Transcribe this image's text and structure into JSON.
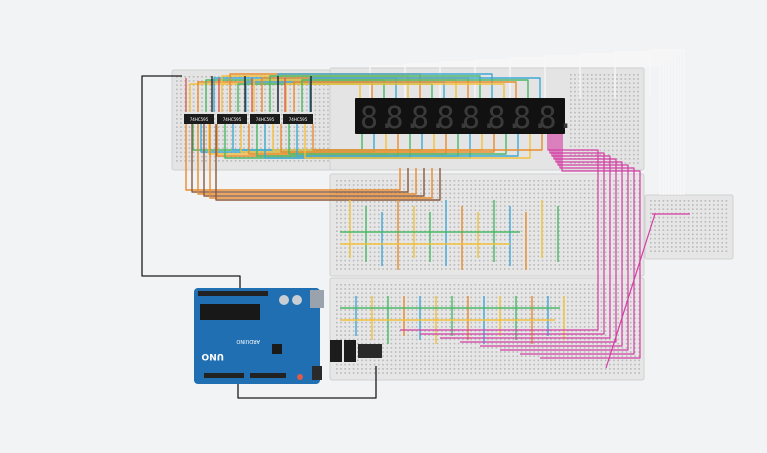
{
  "canvas": {
    "background": "#f2f3f5",
    "breadboard_color": "#e4e4e4",
    "hole_color": "#b9b9b9",
    "rail_red": "#d9534f",
    "rail_blue": "#4a6fb5"
  },
  "components": {
    "chips": [
      {
        "label": "74HC595"
      },
      {
        "label": "74HC595"
      },
      {
        "label": "74HC595"
      },
      {
        "label": "74HC595"
      }
    ],
    "seven_segment": {
      "digit_count": 8,
      "digit_glyph": "8.",
      "color_off": "#3a3a3a",
      "body_color": "#111111"
    },
    "arduino": {
      "logo": "UNO",
      "brand": "ARDUINO",
      "board_color": "#1f6fb2"
    }
  },
  "wires": {
    "colors": [
      "#f2c03b",
      "#e88b2e",
      "#49b865",
      "#3fa8d6",
      "#d43da3",
      "#8b5a3c",
      "#ffffff"
    ]
  }
}
